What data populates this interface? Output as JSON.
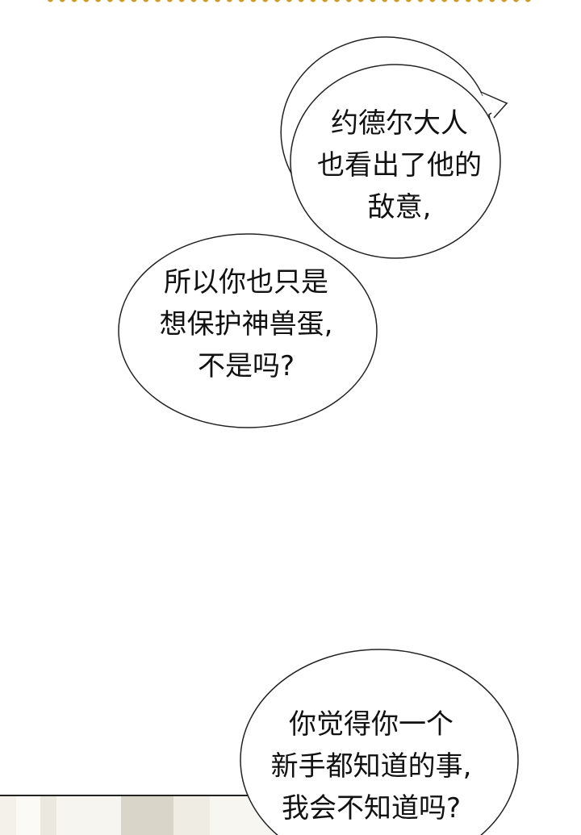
{
  "bubbles": [
    {
      "lines": [
        "约德尔大人",
        "也看出了他的",
        "敌意,"
      ]
    },
    {
      "lines": [
        "所以你也只是",
        "想保护神兽蛋,",
        "不是吗?"
      ]
    },
    {
      "lines": [
        "你觉得你一个",
        "新手都知道的事,",
        "我会不知道吗?"
      ]
    }
  ],
  "colors": {
    "border_dots": "#c99a2a",
    "bubble_stroke": "#222222"
  }
}
